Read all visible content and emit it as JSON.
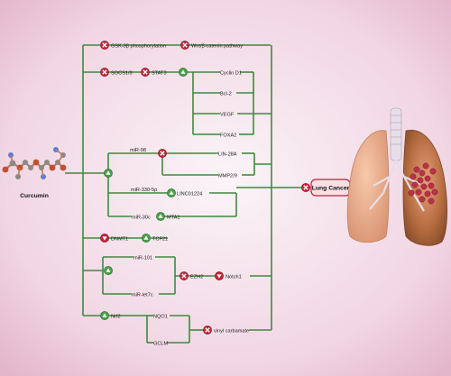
{
  "source": "Curcumin",
  "target": "Lung Cancer",
  "nodes": {
    "gsk": "GSK-3β phosphorylation",
    "wnt": "Wnt/β-catenin pathway",
    "socs": "SOCS1/3",
    "stat3": "STAT3",
    "cyclin": "Cyclin D1",
    "bcl2": "Bcl-2",
    "vegf": "VEGF",
    "foxa2": "FOXA2",
    "mir98": "miR-98",
    "lin28a": "LIN-28A",
    "mmp": "MMP2/9",
    "mir330": "miR-330-5p",
    "linc": "LINC01224",
    "mir30c": "miR-30c",
    "mta1": "MTA1",
    "dnmt1": "DNMT1",
    "tcf21": "TCF21",
    "mir101": "miR-101",
    "mirlet7c": "miR-let7c",
    "ezh2": "EZH2",
    "notch1": "Notch1",
    "nrf2": "Nrf2",
    "nqo1": "NQO1",
    "gclm": "GCLM",
    "vinyl": "vinyl carbamate"
  },
  "colors": {
    "line": "#3e8a3e",
    "inhibit": "#c0283a",
    "activate": "#4aa048",
    "target_fill": "#f9dfe3",
    "background": "#f3dbe6"
  }
}
